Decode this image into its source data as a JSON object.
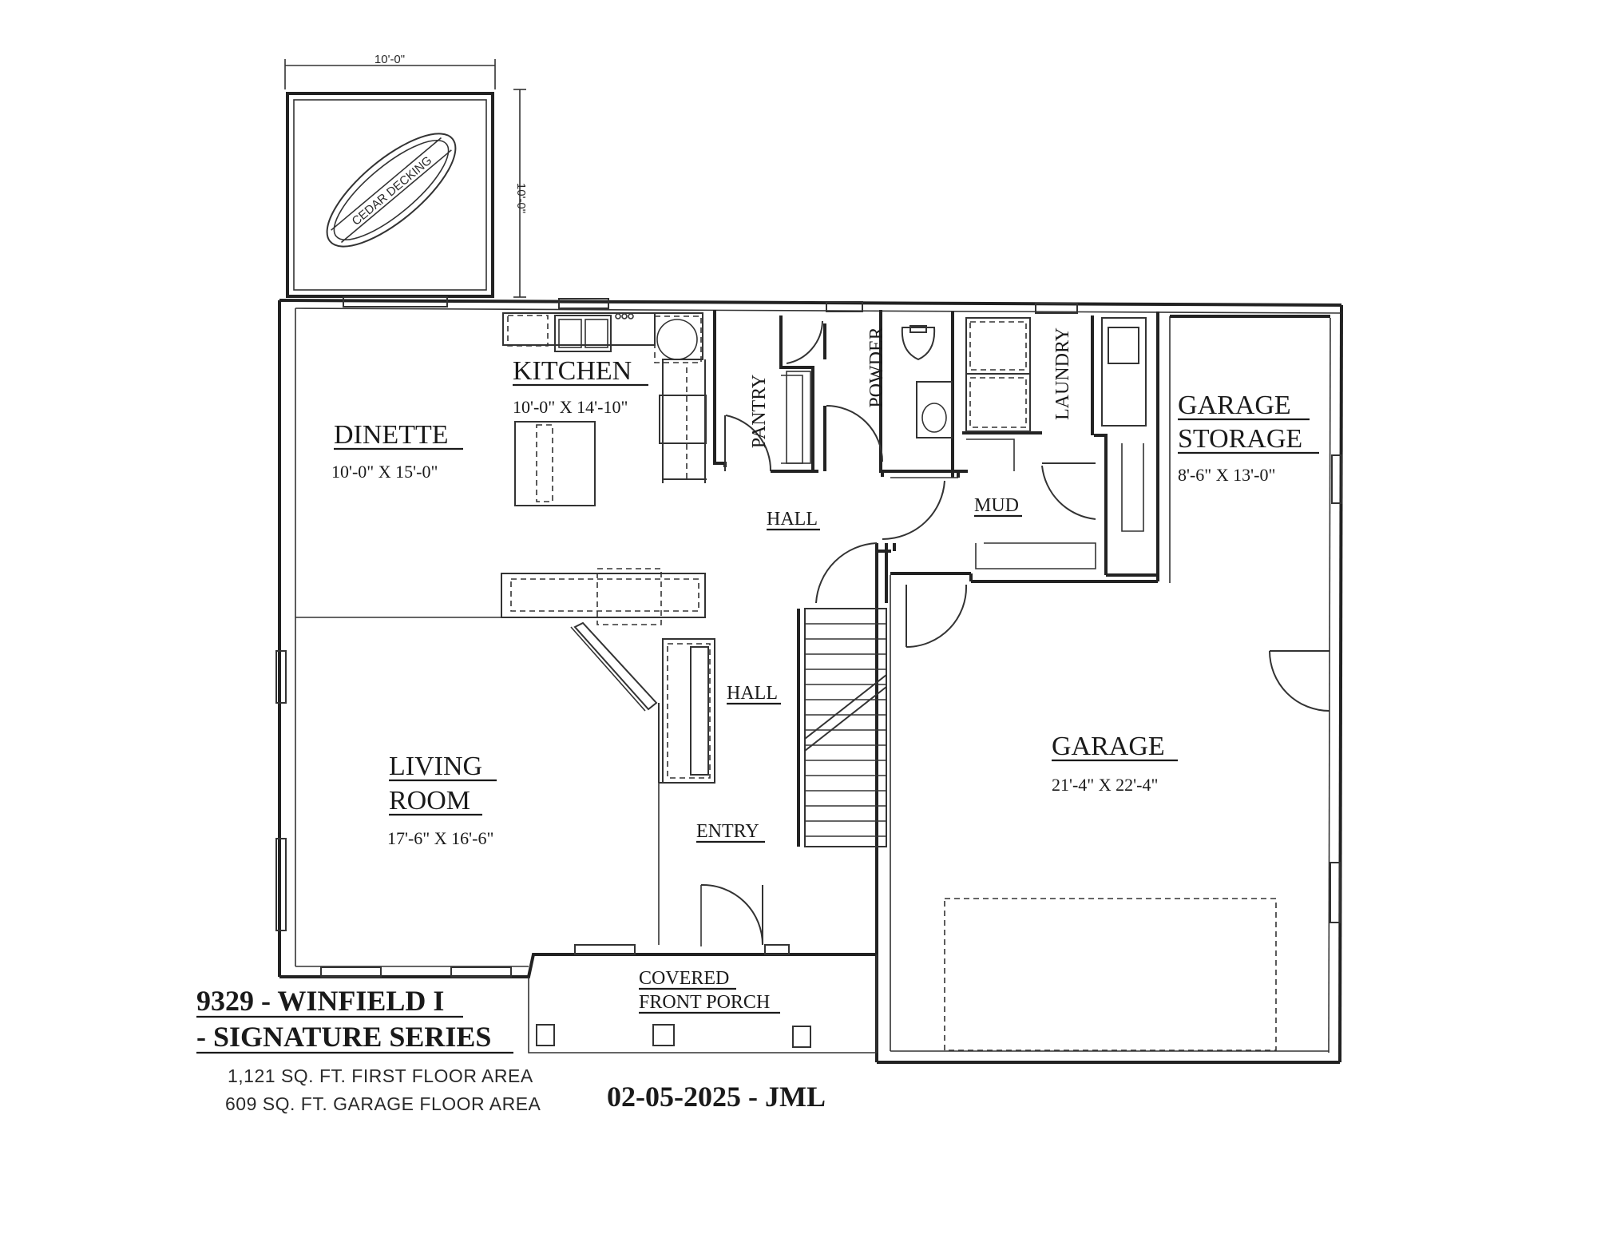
{
  "plan": {
    "title_line1": "9329 - WINFIELD I",
    "title_line2": "- SIGNATURE SERIES",
    "area_first_floor": "1,121 SQ. FT. FIRST FLOOR AREA",
    "area_garage": "609 SQ. FT. GARAGE FLOOR AREA",
    "date_initials": "02-05-2025 - JML"
  },
  "deck": {
    "width_label": "10'-0\"",
    "depth_label": "10'-0\"",
    "label": "CEDAR DECKING"
  },
  "rooms": {
    "kitchen": {
      "name": "KITCHEN",
      "dims": "10'-0\" X 14'-10\""
    },
    "dinette": {
      "name": "DINETTE",
      "dims": "10'-0\" X 15'-0\""
    },
    "pantry": {
      "name": "PANTRY"
    },
    "powder": {
      "name": "POWDER"
    },
    "laundry": {
      "name": "LAUNDRY"
    },
    "garage_storage": {
      "name_line1": "GARAGE",
      "name_line2": "STORAGE",
      "dims": "8'-6\" X 13'-0\""
    },
    "hall_upper": {
      "name": "HALL"
    },
    "mud": {
      "name": "MUD"
    },
    "hall_lower": {
      "name": "HALL"
    },
    "living_room": {
      "name_line1": "LIVING",
      "name_line2": "ROOM",
      "dims": "17'-6\" X 16'-6\""
    },
    "entry": {
      "name": "ENTRY"
    },
    "garage": {
      "name": "GARAGE",
      "dims": "21'-4\" X 22'-4\""
    },
    "porch": {
      "name_line1": "COVERED",
      "name_line2": "FRONT PORCH"
    }
  }
}
